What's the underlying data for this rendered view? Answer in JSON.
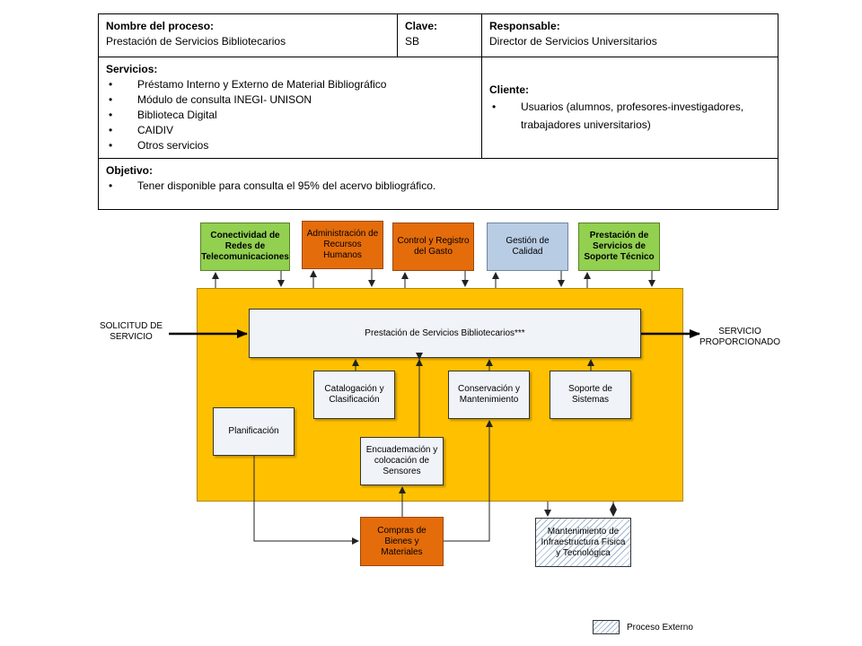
{
  "table": {
    "nombre_label": "Nombre del proceso:",
    "nombre_value": "Prestación de Servicios Bibliotecarios",
    "clave_label": "Clave:",
    "clave_value": "SB",
    "responsable_label": "Responsable:",
    "responsable_value": "Director de Servicios Universitarios",
    "servicios_label": "Servicios:",
    "servicios": [
      "Préstamo Interno y Externo de Material Bibliográfico",
      "Módulo de consulta INEGI- UNISON",
      "Biblioteca Digital",
      "CAIDIV",
      "Otros servicios"
    ],
    "cliente_label": "Cliente:",
    "cliente_items": [
      "Usuarios (alumnos, profesores-investigadores, trabajadores universitarios)"
    ],
    "objetivo_label": "Objetivo:",
    "objetivo_items": [
      "Tener disponible para consulta el 95% del acervo bibliográfico."
    ]
  },
  "diagram": {
    "top_boxes": {
      "conectividad": "Conectividad de Redes de Telecomunicaciones",
      "administracion": "Administración de Recursos Humanos",
      "control": "Control y Registro del Gasto",
      "gestion": "Gestión de Calidad",
      "soporte_tecnico": "Prestación de Servicios de Soporte Técnico"
    },
    "input_label": "SOLICITUD DE SERVICIO",
    "output_label": "SERVICIO PROPORCIONADO",
    "main_process": "Prestación de Servicios Bibliotecarios***",
    "sub_boxes": {
      "catalogacion": "Catalogación y Clasificación",
      "conservacion": "Conservación y Mantenimiento",
      "soporte_sistemas": "Soporte de Sistemas",
      "planificacion": "Planificación",
      "encuadernacion": "Encuademación y colocación de Sensores"
    },
    "bottom_boxes": {
      "compras": "Compras de Bienes y Materiales",
      "mantenimiento": "Mantenimiento de Infraestructura Física y Tecnológica"
    },
    "legend": "Proceso Externo"
  },
  "colors": {
    "green": "#92d050",
    "orange": "#e46c0a",
    "blue": "#b8cce4",
    "yellow": "#ffc000",
    "process_box": "#f0f3f8"
  }
}
